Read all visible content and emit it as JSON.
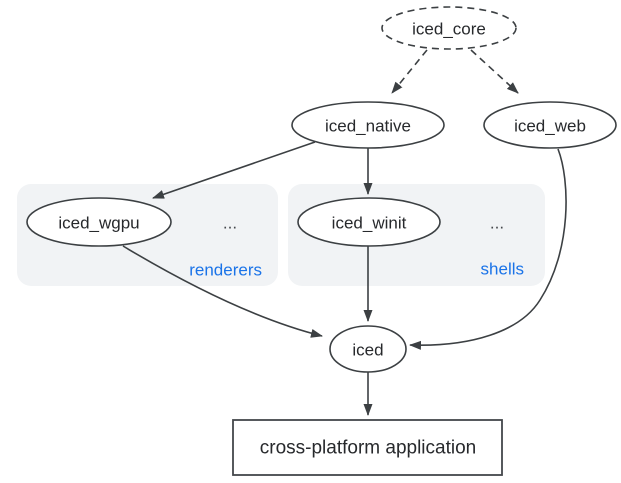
{
  "diagram": {
    "type": "dependency-graph",
    "nodes": {
      "iced_core": {
        "label": "iced_core",
        "shape": "dashed-ellipse"
      },
      "iced_native": {
        "label": "iced_native",
        "shape": "ellipse"
      },
      "iced_web": {
        "label": "iced_web",
        "shape": "ellipse"
      },
      "iced_wgpu": {
        "label": "iced_wgpu",
        "shape": "ellipse"
      },
      "iced_winit": {
        "label": "iced_winit",
        "shape": "ellipse"
      },
      "iced": {
        "label": "iced",
        "shape": "ellipse"
      },
      "application": {
        "label": "cross-platform application",
        "shape": "rect"
      }
    },
    "groups": {
      "renderers": {
        "label": "renderers",
        "ellipsis": "..."
      },
      "shells": {
        "label": "shells",
        "ellipsis": "..."
      }
    },
    "edges": [
      {
        "from": "iced_core",
        "to": "iced_native",
        "style": "dashed"
      },
      {
        "from": "iced_core",
        "to": "iced_web",
        "style": "dashed"
      },
      {
        "from": "iced_native",
        "to": "iced_wgpu",
        "style": "solid"
      },
      {
        "from": "iced_native",
        "to": "iced_winit",
        "style": "solid"
      },
      {
        "from": "iced_wgpu",
        "to": "iced",
        "style": "solid"
      },
      {
        "from": "iced_winit",
        "to": "iced",
        "style": "solid"
      },
      {
        "from": "iced_web",
        "to": "iced",
        "style": "solid"
      },
      {
        "from": "iced",
        "to": "application",
        "style": "solid"
      }
    ],
    "colors": {
      "stroke": "#3c4043",
      "text": "#27292c",
      "group_label_blue": "#1a73e8",
      "group_fill": "#f1f3f5",
      "background": "#ffffff"
    }
  }
}
